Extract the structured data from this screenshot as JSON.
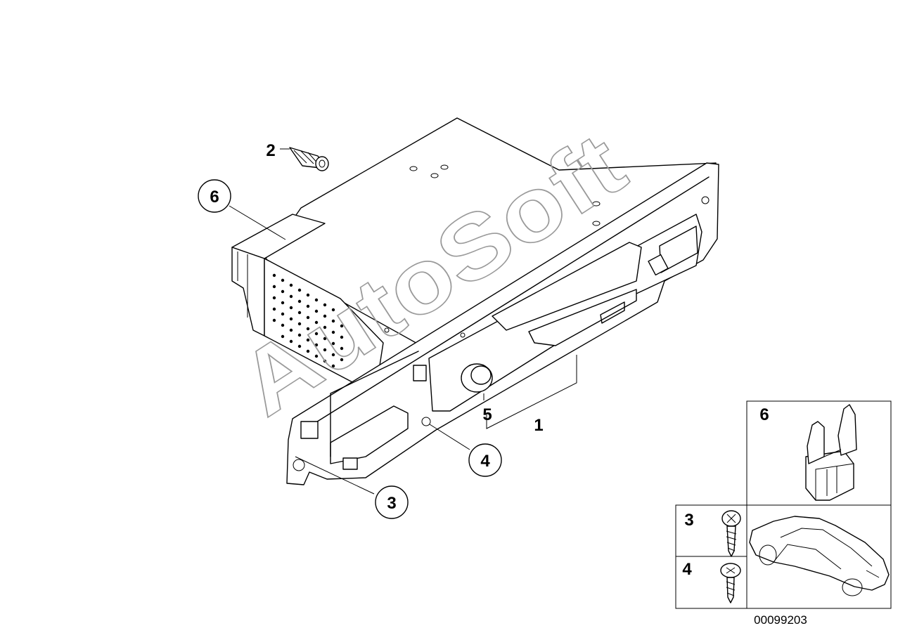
{
  "callouts": [
    {
      "id": "1",
      "label": "1"
    },
    {
      "id": "2",
      "label": "2"
    },
    {
      "id": "3",
      "label": "3"
    },
    {
      "id": "4",
      "label": "4"
    },
    {
      "id": "5",
      "label": "5"
    },
    {
      "id": "6",
      "label": "6"
    }
  ],
  "inset_labels": {
    "fuse": "6",
    "screw_3": "3",
    "screw_4": "4"
  },
  "watermark": "AutoSoft",
  "document_number": "00099203"
}
